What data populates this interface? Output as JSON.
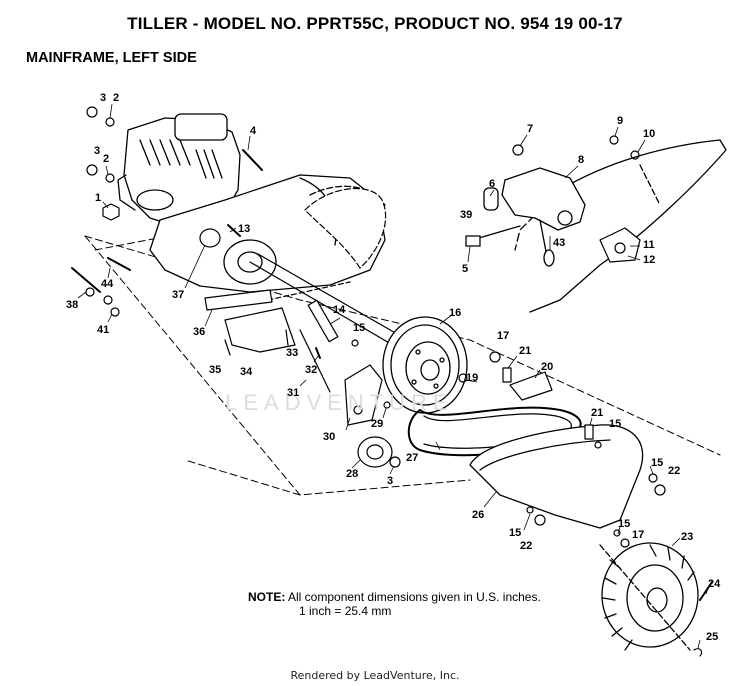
{
  "header": {
    "title": "TILLER - MODEL NO. PPRT55C, PRODUCT NO. 954 19 00-17",
    "subtitle": "MAINFRAME, LEFT SIDE"
  },
  "callouts": [
    {
      "id": "c-3a",
      "label": "3"
    },
    {
      "id": "c-2a",
      "label": "2"
    },
    {
      "id": "c-3b",
      "label": "3"
    },
    {
      "id": "c-2b",
      "label": "2"
    },
    {
      "id": "c-4",
      "label": "4"
    },
    {
      "id": "c-1",
      "label": "1"
    },
    {
      "id": "c-13",
      "label": "13"
    },
    {
      "id": "c-44",
      "label": "44"
    },
    {
      "id": "c-37",
      "label": "37"
    },
    {
      "id": "c-38",
      "label": "38"
    },
    {
      "id": "c-41",
      "label": "41"
    },
    {
      "id": "c-36",
      "label": "36"
    },
    {
      "id": "c-14",
      "label": "14"
    },
    {
      "id": "c-15a",
      "label": "15"
    },
    {
      "id": "c-33",
      "label": "33"
    },
    {
      "id": "c-32",
      "label": "32"
    },
    {
      "id": "c-35",
      "label": "35"
    },
    {
      "id": "c-34",
      "label": "34"
    },
    {
      "id": "c-31",
      "label": "31"
    },
    {
      "id": "c-16",
      "label": "16"
    },
    {
      "id": "c-17a",
      "label": "17"
    },
    {
      "id": "c-21a",
      "label": "21"
    },
    {
      "id": "c-20",
      "label": "20"
    },
    {
      "id": "c-19",
      "label": "19"
    },
    {
      "id": "c-29",
      "label": "29"
    },
    {
      "id": "c-30",
      "label": "30"
    },
    {
      "id": "c-28",
      "label": "28"
    },
    {
      "id": "c-3c",
      "label": "3"
    },
    {
      "id": "c-27",
      "label": "27"
    },
    {
      "id": "c-21b",
      "label": "21"
    },
    {
      "id": "c-15b",
      "label": "15"
    },
    {
      "id": "c-15c",
      "label": "15"
    },
    {
      "id": "c-22a",
      "label": "22"
    },
    {
      "id": "c-26",
      "label": "26"
    },
    {
      "id": "c-15d",
      "label": "15"
    },
    {
      "id": "c-22b",
      "label": "22"
    },
    {
      "id": "c-15e",
      "label": "15"
    },
    {
      "id": "c-17b",
      "label": "17"
    },
    {
      "id": "c-23",
      "label": "23"
    },
    {
      "id": "c-24",
      "label": "24"
    },
    {
      "id": "c-25",
      "label": "25"
    },
    {
      "id": "c-7",
      "label": "7"
    },
    {
      "id": "c-9",
      "label": "9"
    },
    {
      "id": "c-10",
      "label": "10"
    },
    {
      "id": "c-8",
      "label": "8"
    },
    {
      "id": "c-6",
      "label": "6"
    },
    {
      "id": "c-39",
      "label": "39"
    },
    {
      "id": "c-43",
      "label": "43"
    },
    {
      "id": "c-11",
      "label": "11"
    },
    {
      "id": "c-12",
      "label": "12"
    },
    {
      "id": "c-5",
      "label": "5"
    }
  ],
  "note": {
    "heading": "NOTE:",
    "line1": "All component dimensions given in U.S. inches.",
    "line2": "1 inch = 25.4 mm"
  },
  "watermark": "LEADVENTURE",
  "footer": "Rendered by LeadVenture, Inc."
}
